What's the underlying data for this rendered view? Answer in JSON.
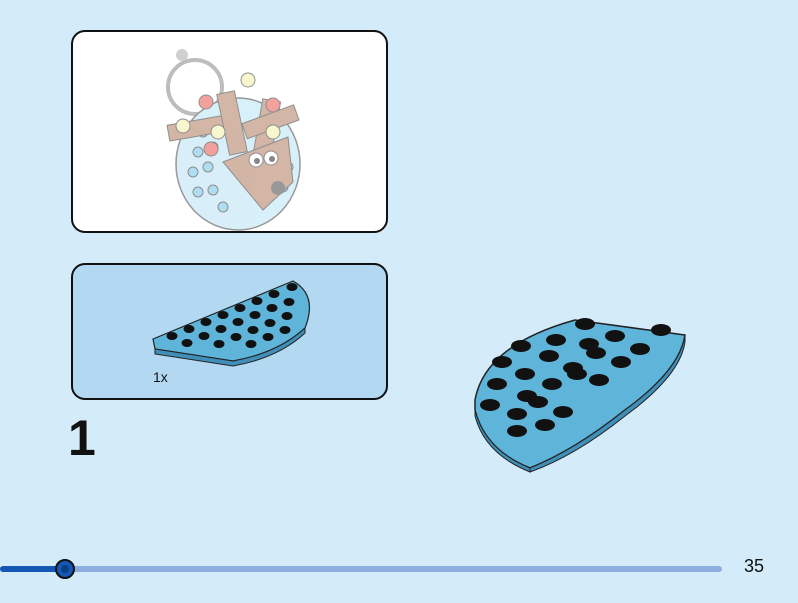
{
  "parts_list": {
    "quantity_label": "1x"
  },
  "step": {
    "number": "1"
  },
  "page": {
    "number": "35"
  },
  "progress": {
    "fraction": 0.09
  },
  "colors": {
    "background": "#d4ebfa",
    "plate_blue": "#5fb4da",
    "stud_black": "#111111",
    "progress_track": "#8cafe0",
    "progress_fill": "#1557b5",
    "reindeer_brown": "#b07a5e"
  }
}
